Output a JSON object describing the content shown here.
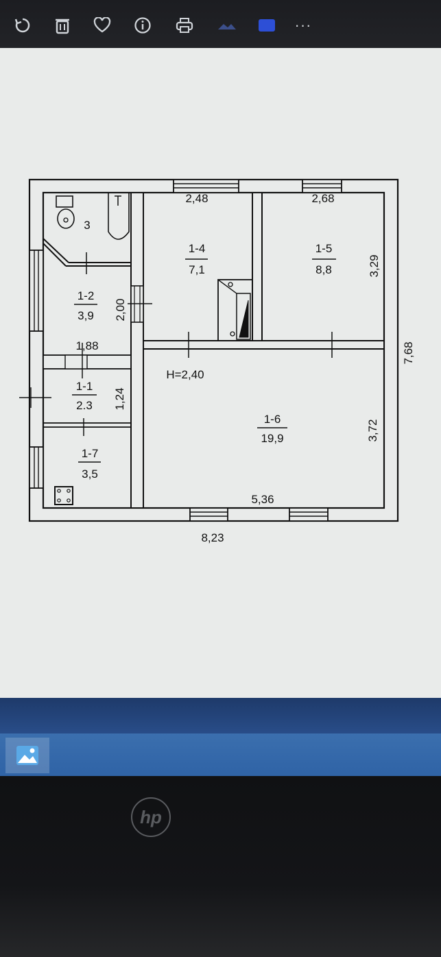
{
  "toolbar": {
    "icons": [
      "rotate-icon",
      "delete-icon",
      "favorite-icon",
      "info-icon",
      "print-icon",
      "edit-icon",
      "photo-icon",
      "more-icon"
    ],
    "more_label": "···"
  },
  "plan": {
    "height_label": "H=2,40",
    "overall_width": "8,23",
    "overall_depth": "7,68",
    "rooms": [
      {
        "id": "3",
        "area": ""
      },
      {
        "id": "1-4",
        "area": "7,1"
      },
      {
        "id": "1-5",
        "area": "8,8"
      },
      {
        "id": "1-2",
        "area": "3,9"
      },
      {
        "id": "1-1",
        "area": "2.3"
      },
      {
        "id": "1-7",
        "area": "3,5"
      },
      {
        "id": "1-6",
        "area": "19,9"
      }
    ],
    "dimensions": {
      "room_1_4_width": "2,48",
      "room_1_5_width": "2,68",
      "room_1_5_depth": "3,29",
      "room_1_2_depth": "2,00",
      "room_1_2_width": "1,88",
      "room_1_1_depth": "1,24",
      "room_1_6_depth": "3,72",
      "room_1_6_width": "5,36"
    }
  },
  "taskbar": {
    "app_icon": "photos-app-icon"
  },
  "device": {
    "logo_text": "hp"
  }
}
